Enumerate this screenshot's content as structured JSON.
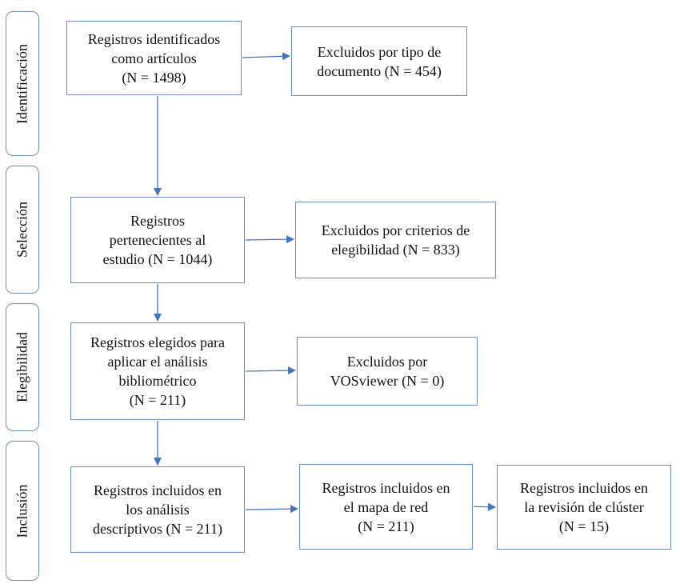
{
  "stages": [
    {
      "label": "Identificación"
    },
    {
      "label": "Selección"
    },
    {
      "label": "Elegibilidad"
    },
    {
      "label": "Inclusión"
    }
  ],
  "boxes": {
    "identified": {
      "lines": [
        "Registros identificados",
        "como artículos",
        "(N = 1498)"
      ]
    },
    "excluded_doc_type": {
      "lines": [
        "Excluidos por tipo de",
        "documento (N = 454)"
      ]
    },
    "pertaining": {
      "lines": [
        "Registros",
        "pertenecientes al",
        "estudio (N = 1044)"
      ]
    },
    "excluded_eligibility": {
      "lines": [
        "Excluidos por criterios de",
        "elegibilidad (N = 833)"
      ]
    },
    "chosen": {
      "lines": [
        "Registros elegidos para",
        "aplicar el análisis",
        "bibliométrico",
        "(N = 211)"
      ]
    },
    "excluded_vosviewer": {
      "lines": [
        "Excluidos por",
        "VOSviewer (N = 0)"
      ]
    },
    "included_descriptive": {
      "lines": [
        "Registros incluidos en",
        "los análisis",
        "descriptivos (N = 211)"
      ]
    },
    "included_network": {
      "lines": [
        "Registros incluidos en",
        "el mapa de red",
        "(N = 211)"
      ]
    },
    "included_cluster": {
      "lines": [
        "Registros incluidos en",
        "la revisión de clúster",
        "(N = 15)"
      ]
    }
  },
  "colors": {
    "border": "#6d8fc0",
    "arrow": "#4472c4",
    "text": "#111111"
  }
}
